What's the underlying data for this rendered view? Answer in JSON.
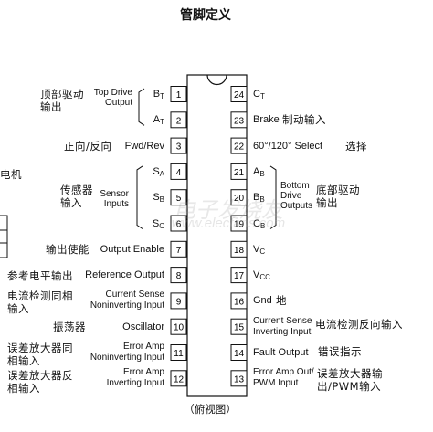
{
  "title": "管脚定义",
  "caption": "（俯视图）",
  "watermark": {
    "cn": "电子发烧友",
    "url": "www.elecfans.com"
  },
  "left_pins": [
    {
      "num": "1",
      "name": "B",
      "sub": "T"
    },
    {
      "num": "2",
      "name": "A",
      "sub": "T"
    },
    {
      "num": "3",
      "name": "Fwd/Rev",
      "sub": ""
    },
    {
      "num": "4",
      "name": "S",
      "sub": "A"
    },
    {
      "num": "5",
      "name": "S",
      "sub": "B"
    },
    {
      "num": "6",
      "name": "S",
      "sub": "C"
    },
    {
      "num": "7",
      "name": "Output Enable",
      "sub": ""
    },
    {
      "num": "8",
      "name": "Reference Output",
      "sub": ""
    },
    {
      "num": "9",
      "name": "Current Sense\nNoninverting Input",
      "sub": ""
    },
    {
      "num": "10",
      "name": "Oscillator",
      "sub": ""
    },
    {
      "num": "11",
      "name": "Error Amp\nNoninverting Input",
      "sub": ""
    },
    {
      "num": "12",
      "name": "Error Amp\nInverting Input",
      "sub": ""
    }
  ],
  "right_pins": [
    {
      "num": "24",
      "name": "C",
      "sub": "T"
    },
    {
      "num": "23",
      "name": "Brake",
      "sub": ""
    },
    {
      "num": "22",
      "name": "60°/120° Select",
      "sub": ""
    },
    {
      "num": "21",
      "name": "A",
      "sub": "B"
    },
    {
      "num": "20",
      "name": "B",
      "sub": "B"
    },
    {
      "num": "19",
      "name": "C",
      "sub": "B"
    },
    {
      "num": "18",
      "name": "V",
      "sub": "C"
    },
    {
      "num": "17",
      "name": "V",
      "sub": "CC"
    },
    {
      "num": "16",
      "name": "Gnd",
      "sub": ""
    },
    {
      "num": "15",
      "name": "Current Sense\nInverting Input",
      "sub": ""
    },
    {
      "num": "14",
      "name": "Fault Output",
      "sub": ""
    },
    {
      "num": "13",
      "name": "Error Amp Out/\nPWM Input",
      "sub": ""
    }
  ],
  "group_labels": {
    "top_drive": "Top Drive\nOutput",
    "sensor": "Sensor\nInputs",
    "bottom_drive": "Bottom\nDrive\nOutputs"
  },
  "cn_labels": {
    "top_drive": "顶部驱动\n输出",
    "fwd_rev": "正向/反向",
    "motor": "电机",
    "sensor": "传感器\n输入",
    "output_enable": "输出使能",
    "ref_output": "参考电平输出",
    "cs_noninv": "电流检测同相\n输入",
    "osc": "振荡器",
    "ea_noninv": "误差放大器同\n相输入",
    "ea_inv": "误差放大器反\n相输入",
    "brake": "制动输入",
    "select": "选择",
    "bottom_drive": "底部驱动\n输出",
    "gnd": "地",
    "cs_inv": "电流检测反向输入",
    "fault": "错误指示",
    "ea_out": "误差放大器输\n出/PWM输入"
  }
}
